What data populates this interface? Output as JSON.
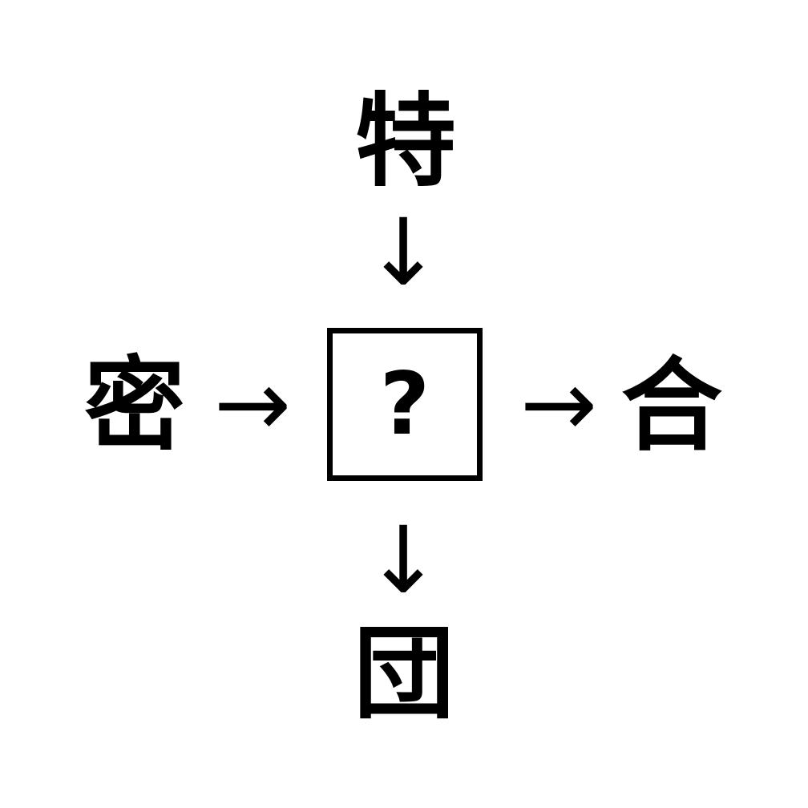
{
  "colors": {
    "background": "#ffffff",
    "ink": "#000000"
  },
  "puzzle": {
    "top_kanji": "特",
    "left_kanji": "密",
    "right_kanji": "合",
    "bottom_kanji": "団",
    "center_placeholder": "?"
  },
  "icons": {
    "arrow_down": "↓",
    "arrow_right": "→"
  }
}
